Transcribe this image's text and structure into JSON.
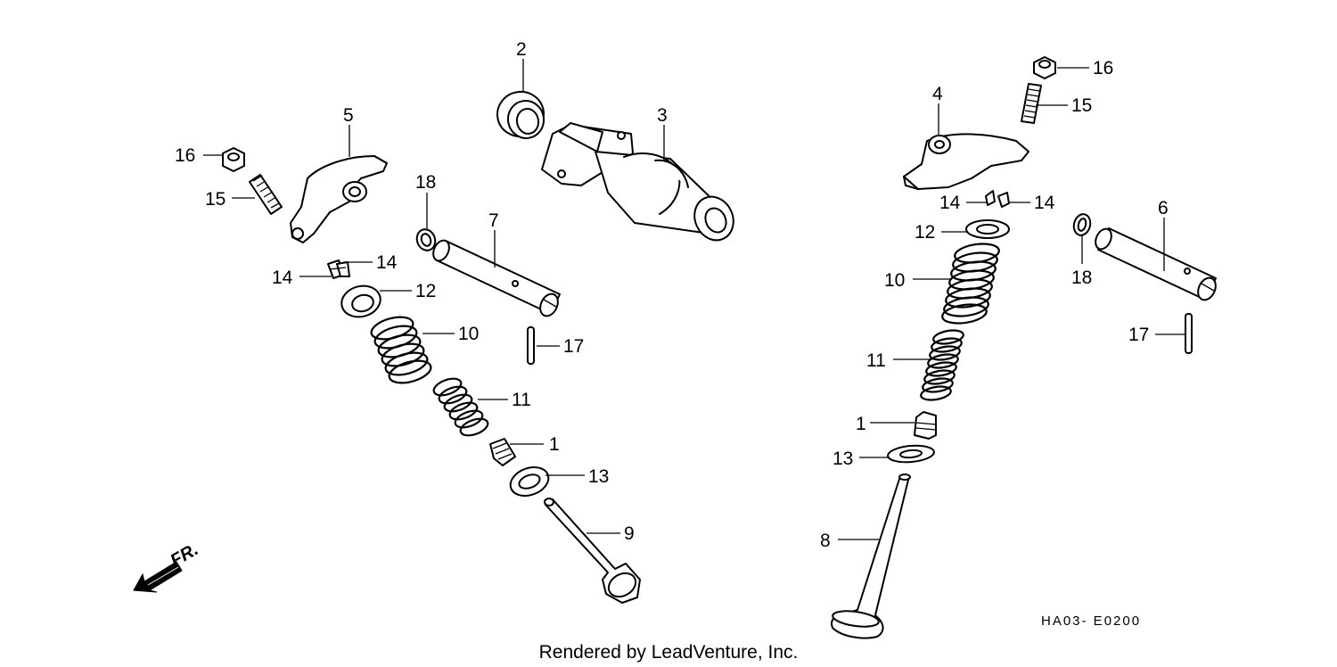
{
  "diagram": {
    "callouts_left": {
      "p2": "2",
      "p3": "3",
      "p5": "5",
      "p16": "16",
      "p15": "15",
      "p18": "18",
      "p7": "7",
      "p14a": "14",
      "p14b": "14",
      "p12": "12",
      "p10": "10",
      "p17": "17",
      "p11": "11",
      "p1": "1",
      "p13": "13",
      "p9": "9"
    },
    "callouts_right": {
      "p16": "16",
      "p15": "15",
      "p4": "4",
      "p14a": "14",
      "p14b": "14",
      "p12": "12",
      "p6": "6",
      "p10": "10",
      "p18": "18",
      "p17": "17",
      "p11": "11",
      "p1": "1",
      "p13": "13",
      "p8": "8"
    },
    "direction_label": "FR.",
    "reference_code": "HA03- E0200",
    "credit": "Rendered by LeadVenture, Inc."
  }
}
